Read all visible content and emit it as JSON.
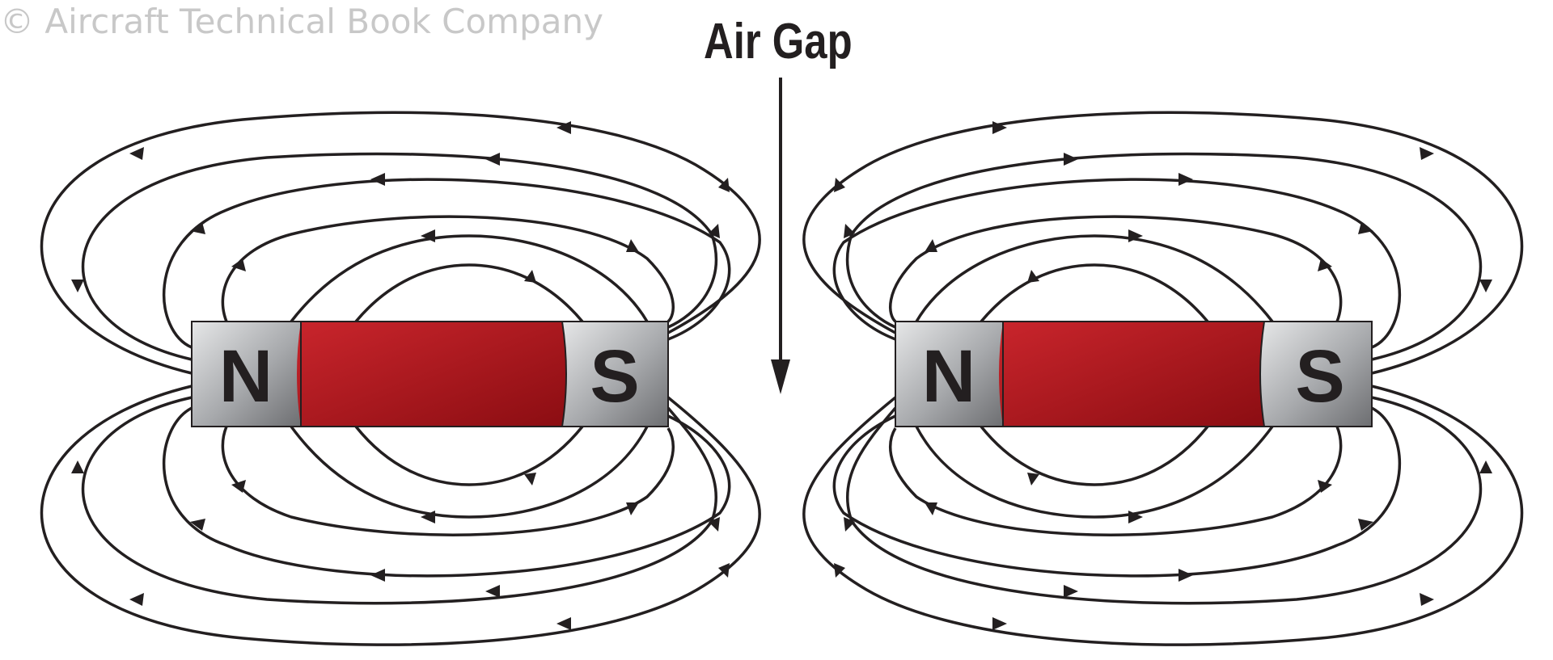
{
  "copyright": "© Aircraft Technical Book Company",
  "gap_label": "Air Gap",
  "magnets": [
    {
      "north_label": "N",
      "south_label": "S"
    },
    {
      "north_label": "N",
      "south_label": "S"
    }
  ],
  "colors": {
    "line": "#231f20",
    "magnet_red": "#b81c22",
    "pole_gray": "#a7a9ac",
    "copyright": "#c8c8c8"
  }
}
